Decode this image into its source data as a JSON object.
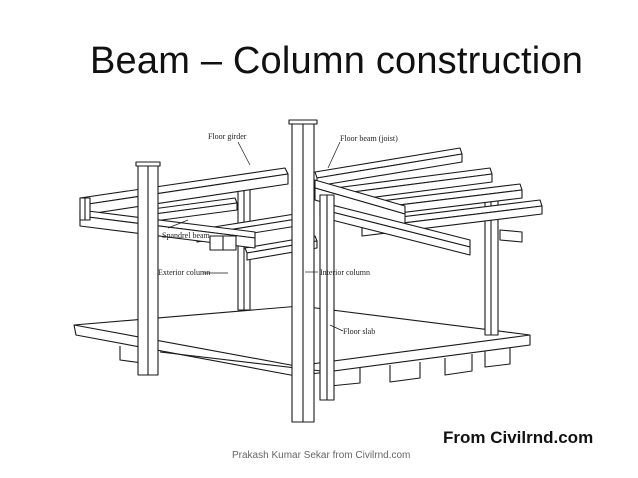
{
  "slide": {
    "title": "Beam – Column construction",
    "source_note": "From Civilrnd.com",
    "footer": "Prakash Kumar Sekar from Civilrnd.com"
  },
  "diagram": {
    "labels": {
      "floor_girder": "Floor girder",
      "floor_beam": "Floor beam (joist)",
      "spandrel_beam": "Spandrel beam",
      "exterior_column": "Exterior column",
      "interior_column": "Interior column",
      "floor_slab": "Floor slab"
    },
    "colors": {
      "line": "#1a1a1a",
      "text": "#222222"
    }
  }
}
